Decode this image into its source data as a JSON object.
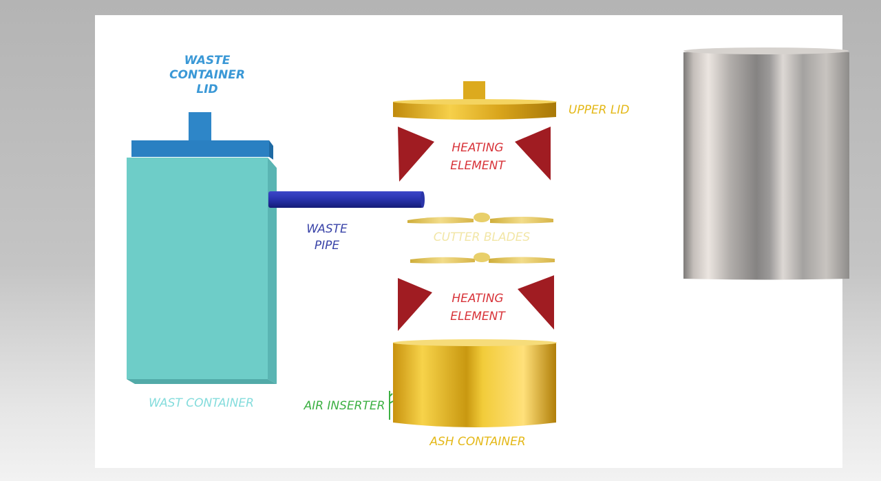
{
  "labels": {
    "waste_container_lid": [
      "WASTE",
      "CONTAINER",
      "LID"
    ],
    "upper_lid": "UPPER LID",
    "heating_element_top": [
      "HEATING",
      "ELEMENT"
    ],
    "waste_pipe": [
      "WASTE",
      "PIPE"
    ],
    "cutter_blades": "CUTTER BLADES",
    "heating_element_bottom": [
      "HEATING",
      "ELEMENT"
    ],
    "wast_container": "WAST CONTAINER",
    "air_inserter": "AIR INSERTER",
    "ash_container": "ASH CONTAINER"
  },
  "colors": {
    "lid_blue": "#2b86c6",
    "container_teal": "#6ecdc8",
    "pipe_blue": "#2630a8",
    "heating_red": "#a01c22",
    "gold": "#e3b424",
    "cutter_label": "#f2e6a6",
    "air_green": "#3cb043",
    "lid_label": "#3a98d6",
    "wast_label": "#84dcdc",
    "pipe_label": "#3a44a8",
    "heating_label": "#d8343a",
    "gold_label": "#e4b818"
  }
}
